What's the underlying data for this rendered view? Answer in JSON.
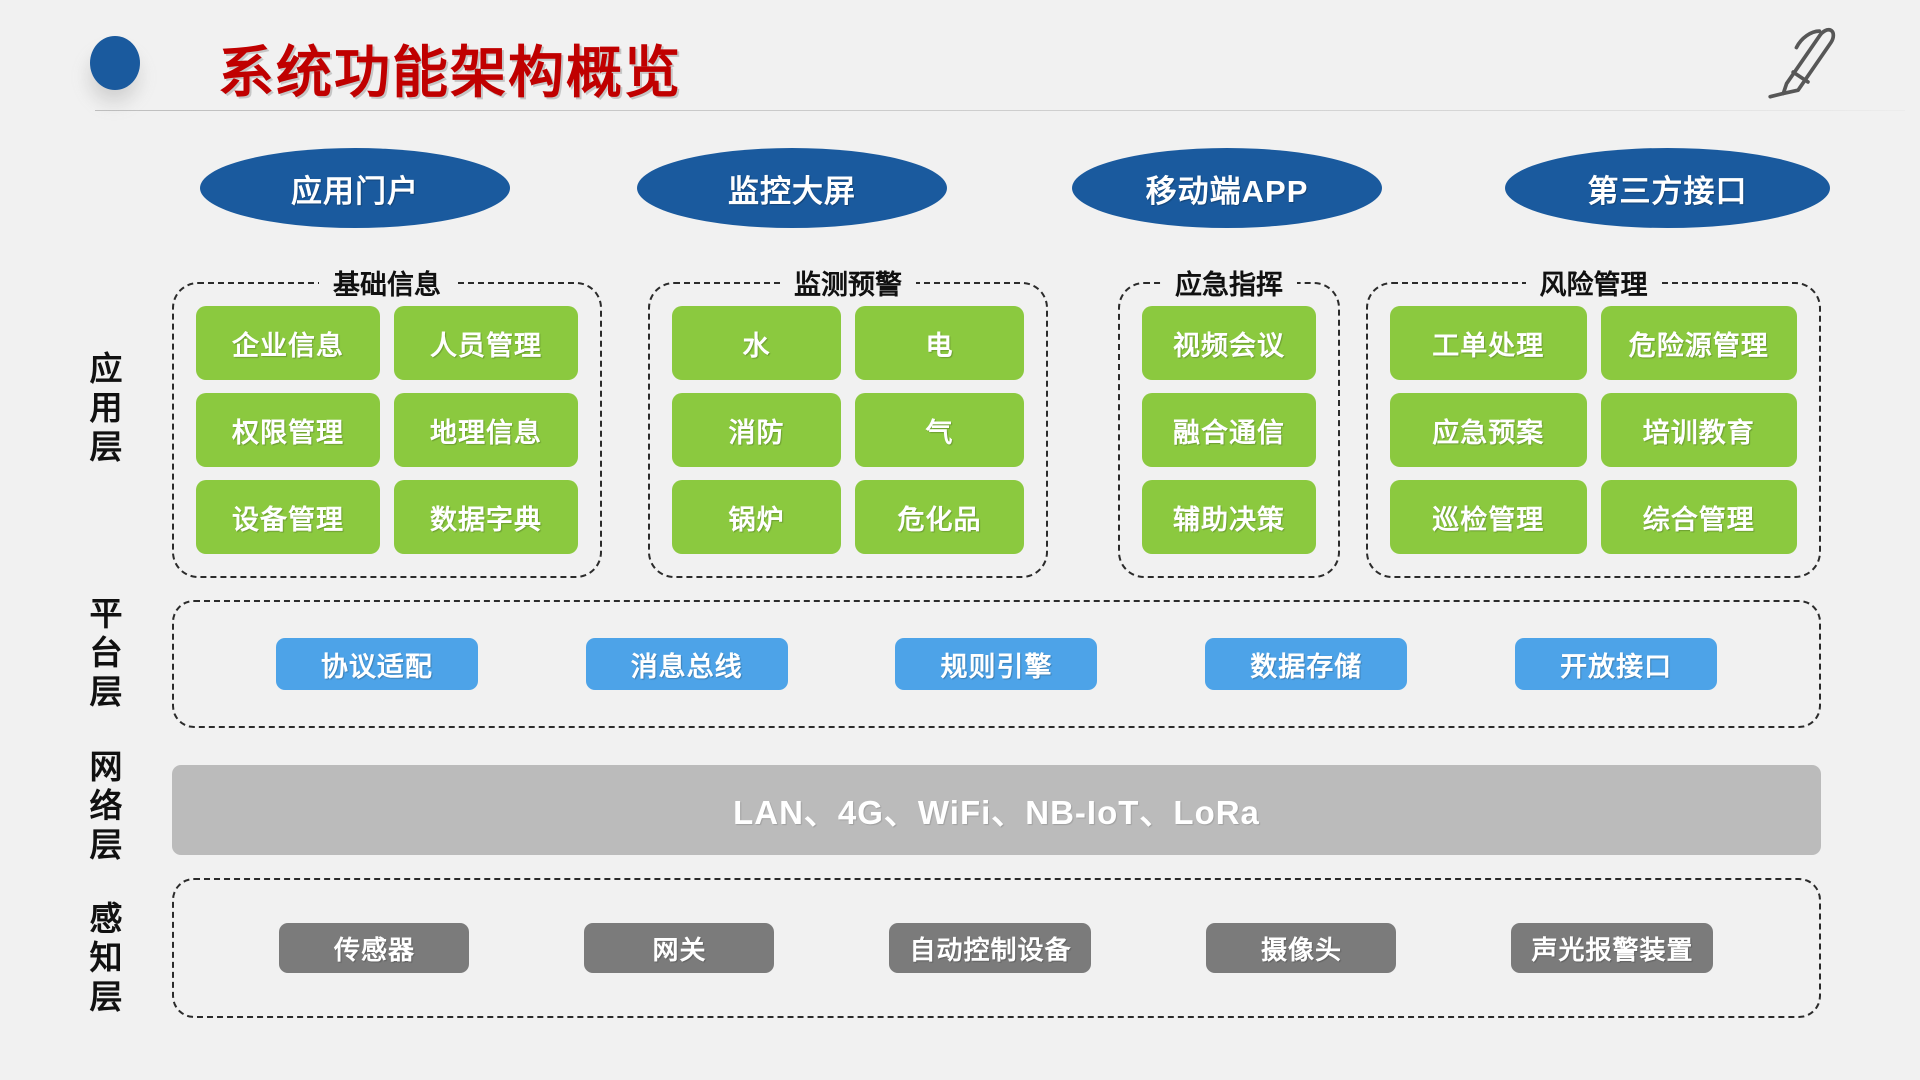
{
  "header": {
    "title": "系统功能架构概览",
    "bullet_color": "#1a5a9e",
    "title_color": "#c00000",
    "pen_icon": "pen-icon"
  },
  "layer_labels": {
    "application": [
      "应",
      "用",
      "层"
    ],
    "platform": [
      "平",
      "台",
      "层"
    ],
    "network": [
      "网",
      "络",
      "层"
    ],
    "sensing": [
      "感",
      "知",
      "层"
    ]
  },
  "portals": [
    {
      "label": "应用门户"
    },
    {
      "label": "监控大屏"
    },
    {
      "label": "移动端APP"
    },
    {
      "label": "第三方接口"
    }
  ],
  "application_layer": {
    "accent_color": "#8bc93f",
    "groups": [
      {
        "title": "基础信息",
        "columns": 2,
        "items": [
          "企业信息",
          "人员管理",
          "权限管理",
          "地理信息",
          "设备管理",
          "数据字典"
        ]
      },
      {
        "title": "监测预警",
        "columns": 2,
        "items": [
          "水",
          "电",
          "消防",
          "气",
          "锅炉",
          "危化品"
        ]
      },
      {
        "title": "应急指挥",
        "columns": 1,
        "items": [
          "视频会议",
          "融合通信",
          "辅助决策"
        ]
      },
      {
        "title": "风险管理",
        "columns": 2,
        "items": [
          "工单处理",
          "危险源管理",
          "应急预案",
          "培训教育",
          "巡检管理",
          "综合管理"
        ]
      }
    ]
  },
  "platform_layer": {
    "accent_color": "#4da3e8",
    "items": [
      "协议适配",
      "消息总线",
      "规则引擎",
      "数据存储",
      "开放接口"
    ]
  },
  "network_layer": {
    "accent_color": "#bbbbbb",
    "text": "LAN、4G、WiFi、NB-IoT、LoRa"
  },
  "sensing_layer": {
    "accent_color": "#7b7b7b",
    "items": [
      "传感器",
      "网关",
      "自动控制设备",
      "摄像头",
      "声光报警装置"
    ]
  }
}
